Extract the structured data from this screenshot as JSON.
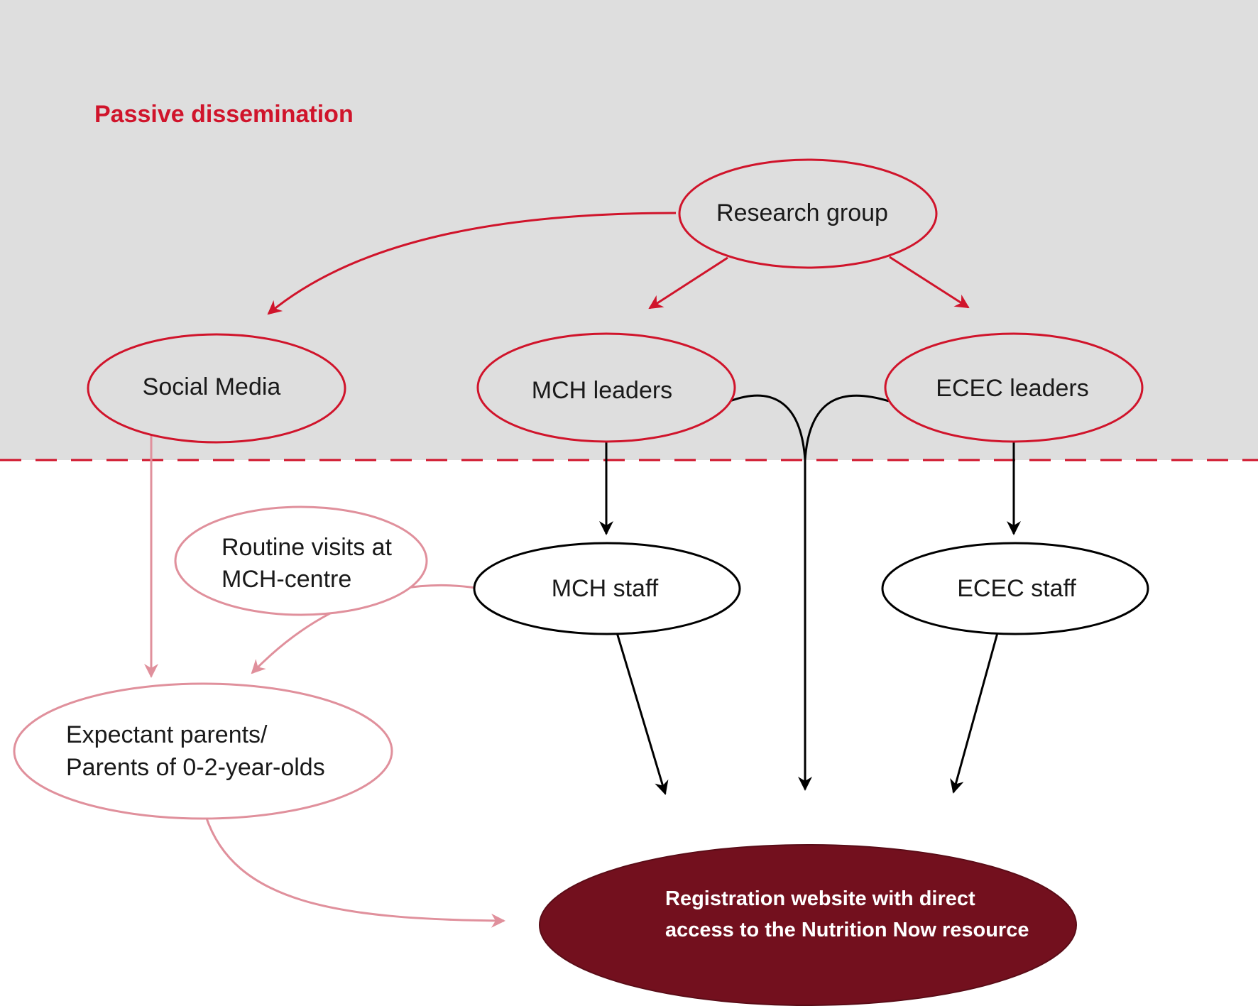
{
  "region": {
    "label": "Passive dissemination"
  },
  "nodes": {
    "research_group": "Research group",
    "social_media": "Social Media",
    "mch_leaders": "MCH leaders",
    "ecec_leaders": "ECEC leaders",
    "routine_visits_line1": "Routine visits at",
    "routine_visits_line2": "MCH-centre",
    "mch_staff": "MCH staff",
    "ecec_staff": "ECEC staff",
    "parents_line1": "Expectant parents/",
    "parents_line2": "Parents of 0-2-year-olds",
    "registration_line1": "Registration website with direct",
    "registration_line2": "access to the Nutrition Now resource"
  },
  "colors": {
    "passive_region_bg": "#dedede",
    "passive_red": "#d0142b",
    "active_black": "#000000",
    "parent_pink": "#e0909c",
    "target_fill": "#73101e",
    "target_text": "#ffffff"
  }
}
